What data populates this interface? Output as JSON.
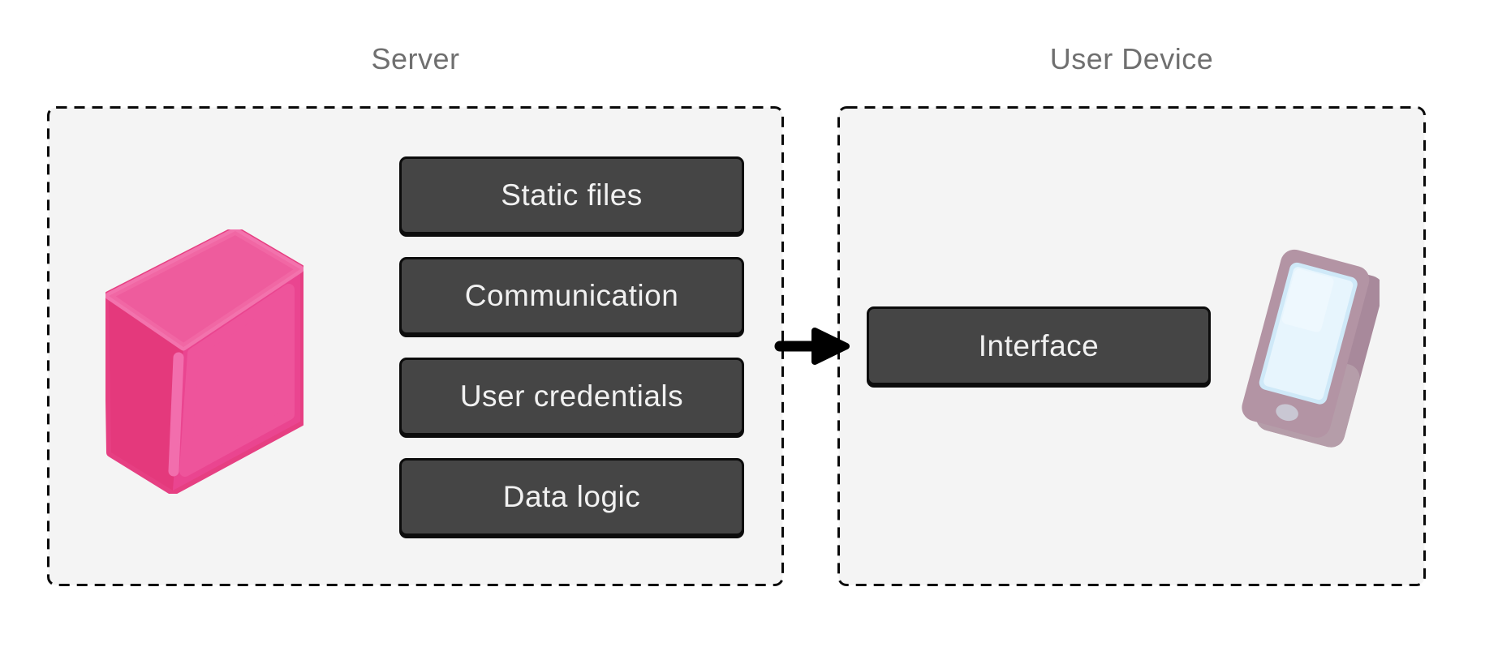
{
  "diagram": {
    "server": {
      "title": "Server",
      "icon": "server-cube-icon",
      "nodes": [
        {
          "label": "Static files"
        },
        {
          "label": "Communication"
        },
        {
          "label": "User credentials"
        },
        {
          "label": "Data logic"
        }
      ]
    },
    "user_device": {
      "title": "User Device",
      "icon": "tablet-icon",
      "nodes": [
        {
          "label": "Interface"
        }
      ]
    },
    "connection": {
      "from": "Server",
      "to": "User Device",
      "type": "arrow-right"
    },
    "colors": {
      "page_background": "#ffffff",
      "container_fill": "#f4f4f4",
      "container_border": "#0a0a0a",
      "node_fill": "#454545",
      "node_border": "#0c0c0c",
      "node_text": "#f1f1f1",
      "title_text": "#6f6f6f",
      "arrow": "#000000",
      "cube_pink_top": "#ee5c9d",
      "cube_pink_right": "#ea4590",
      "cube_pink_dark": "#e63f82",
      "tablet_body": "#b394a4",
      "tablet_side": "#a8899b",
      "tablet_screen": "#e7f5fd",
      "tablet_screen_rim": "#cfe9f8"
    }
  }
}
